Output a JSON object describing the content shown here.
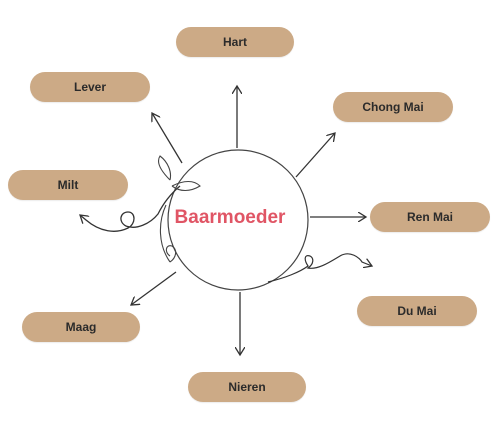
{
  "colors": {
    "pill_fill": "#ccaa86",
    "center_text": "#e05565",
    "line": "#333333"
  },
  "center": {
    "label": "Baarmoeder"
  },
  "nodes": [
    {
      "id": "hart",
      "label": "Hart"
    },
    {
      "id": "lever",
      "label": "Lever"
    },
    {
      "id": "chong-mai",
      "label": "Chong Mai"
    },
    {
      "id": "milt",
      "label": "Milt"
    },
    {
      "id": "ren-mai",
      "label": "Ren Mai"
    },
    {
      "id": "du-mai",
      "label": "Du Mai"
    },
    {
      "id": "maag",
      "label": "Maag"
    },
    {
      "id": "nieren",
      "label": "Nieren"
    }
  ]
}
